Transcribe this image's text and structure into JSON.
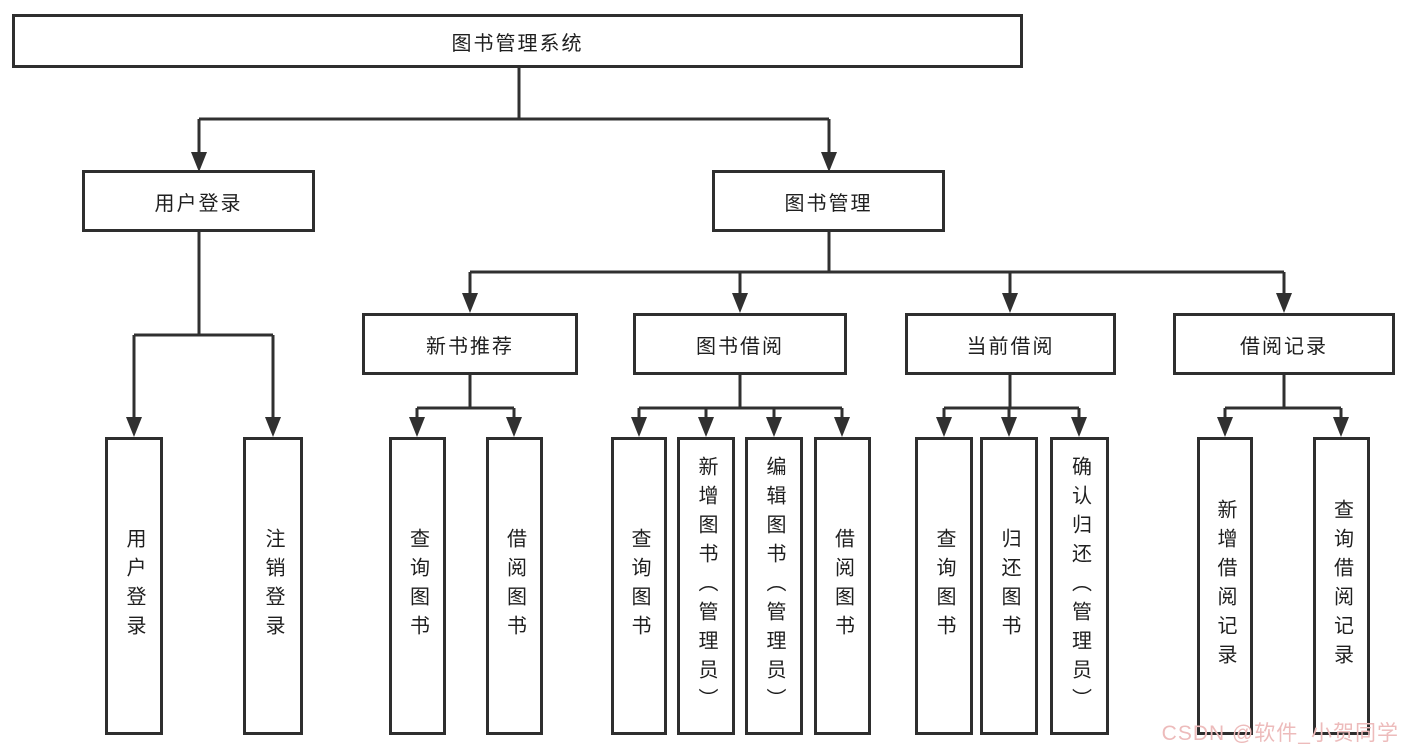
{
  "diagram": {
    "watermark": "CSDN @软件_小贺同学",
    "colors": {
      "line": "#303030",
      "box_border": "#2e2e2e",
      "text": "#1f1f1f",
      "watermark": "#edbbbb",
      "background": "#ffffff"
    },
    "nodes": {
      "root": "图书管理系统",
      "user_login": "用户登录",
      "book_management": "图书管理",
      "new_book_recommend": "新书推荐",
      "book_borrowing": "图书借阅",
      "current_borrowing": "当前借阅",
      "borrowing_records": "借阅记录",
      "leaf_login": "用户登录",
      "leaf_logout": "注销登录",
      "nb_query_books": "查询图书",
      "nb_borrow_books": "借阅图书",
      "bb_query_books": "查询图书",
      "bb_add_books_admin": "新增图书（管理员）",
      "bb_edit_books_admin": "编辑图书（管理员）",
      "bb_borrow_books": "借阅图书",
      "cb_query_books": "查询图书",
      "cb_return_books": "归还图书",
      "cb_confirm_return_admin": "确认归还（管理员）",
      "br_add_record": "新增借阅记录",
      "br_query_record": "查询借阅记录"
    }
  }
}
